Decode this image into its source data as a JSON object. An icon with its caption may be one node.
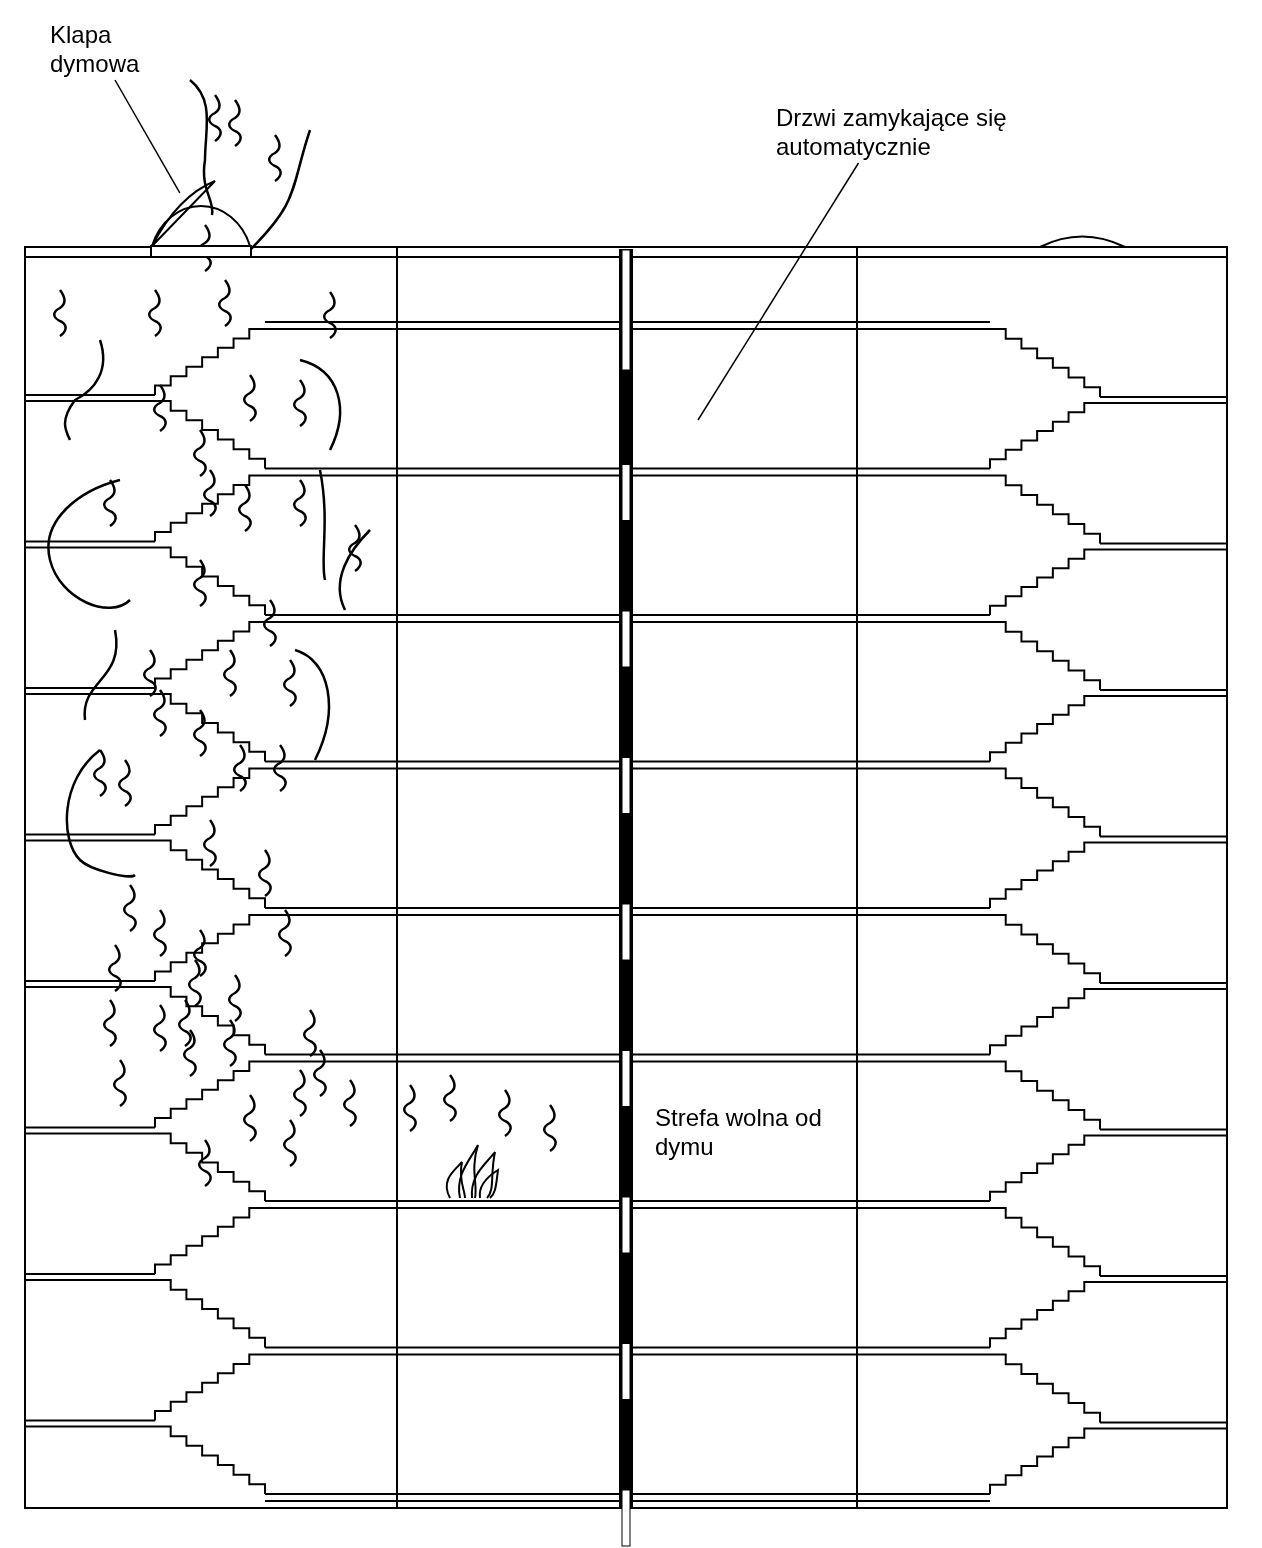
{
  "diagram": {
    "nodes": [
      {
        "text": [
          "Klapa dymowa"
        ]
      },
      {
        "text": [],
        "shape": "picture"
      },
      {
        "text": [
          "Drzwi zamykające się automatycznie"
        ]
      }
    ],
    "edges": [
      {
        "from": 0,
        "to": 1,
        "arrow": "none"
      },
      {
        "from": 2,
        "to": null,
        "arrow": "none"
      }
    ],
    "labels": [
      "Strefa wolna od dymu"
    ]
  }
}
